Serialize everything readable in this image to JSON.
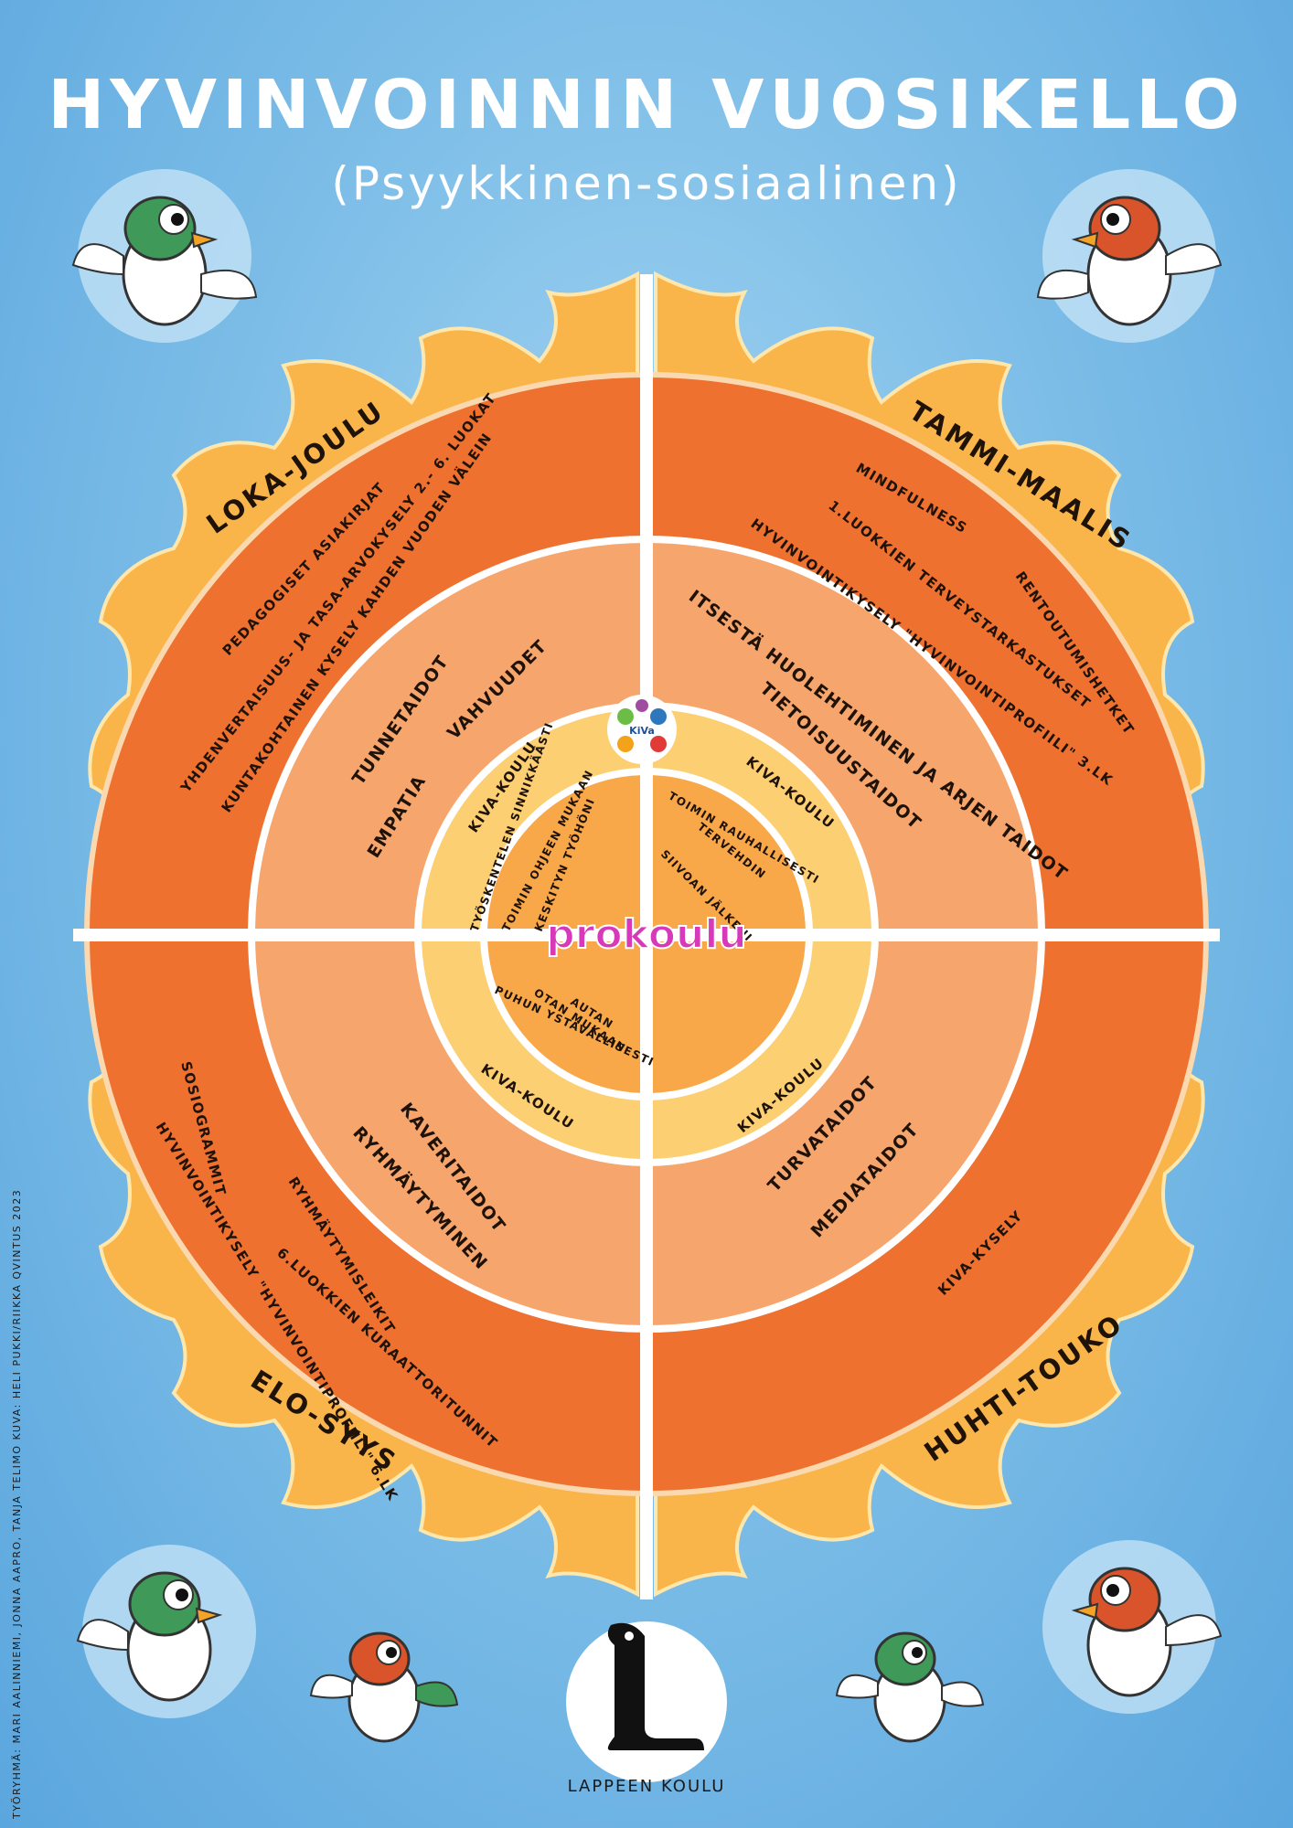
{
  "title": "HYVINVOINNIN VUOSIKELLO",
  "subtitle": "(Psyykkinen-sosiaalinen)",
  "logos": {
    "center": "prokoulu",
    "kiva": "KiVa",
    "school": "LAPPEEN KOULU"
  },
  "credits": "TYÖRYHMÄ: MARI AALINNIEMI, JONNA AAPRO, TANJA TELIMO     KUVA: HELI PUKKI/RIIKKA QVINTUS 2023",
  "colors": {
    "sky": "#7fbfe8",
    "petals": "#f9b54a",
    "outer_ring": "#ee7130",
    "middle_ring": "#f6a66c",
    "inner_ring": "#fbcf72",
    "core": "#f8a848",
    "divider": "#ffffff"
  },
  "quadrants": {
    "top_left": {
      "season": "LOKA-JOULU",
      "outer": [
        "PEDAGOGISET ASIAKIRJAT",
        "YHDENVERTAISUUS- JA TASA-ARVOKYSELY 2.- 6. LUOKAT",
        "KUNTAKOHTAINEN KYSELY KAHDEN VUODEN VÄLEIN"
      ],
      "middle": [
        "TUNNETAIDOT",
        "VAHVUUDET",
        "EMPATIA"
      ],
      "inner": [
        "KIVA-KOULU"
      ],
      "core": [
        "TYÖSKENTELEN SINNIKKÄÄSTI",
        "TOIMIN OHJEEN MUKAAN",
        "KESKITYN TYÖHÖNI"
      ]
    },
    "top_right": {
      "season": "TAMMI-MAALIS",
      "outer": [
        "MINDFULNESS",
        "RENTOUTUMISHETKET",
        "1.LUOKKIEN TERVEYSTARKASTUKSET",
        "HYVINVOINTIKYSELY \"HYVINVOINTIPROFIILI\" 3.LK"
      ],
      "middle": [
        "ITSESTÄ HUOLEHTIMINEN JA ARJEN TAIDOT",
        "TIETOISUUSTAIDOT"
      ],
      "inner": [
        "KIVA-KOULU"
      ],
      "core": [
        "TOIMIN RAUHALLISESTI",
        "TERVEHDIN",
        "SIIVOAN JÄLKENI"
      ]
    },
    "bottom_left": {
      "season": "ELO-SYYS",
      "outer": [
        "SOSIOGRAMMIT",
        "HYVINVOINTIKYSELY \"HYVINVOINTIPROFIILI\" 6.LK",
        "RYHMÄYTYMISLEIKIT",
        "6.LUOKKIEN KURAATTORITUNNIT"
      ],
      "middle": [
        "KAVERITAIDOT",
        "RYHMÄYTYMINEN"
      ],
      "inner": [
        "KIVA-KOULU"
      ],
      "core": [
        "AUTAN",
        "OTAN MUKAAN",
        "PUHUN YSTÄVÄLLISESTI"
      ]
    },
    "bottom_right": {
      "season": "HUHTI-TOUKO",
      "outer": [
        "KIVA-KYSELY"
      ],
      "middle": [
        "TURVATAIDOT",
        "MEDIATAIDOT"
      ],
      "inner": [
        "KIVA-KOULU"
      ],
      "core": []
    }
  }
}
